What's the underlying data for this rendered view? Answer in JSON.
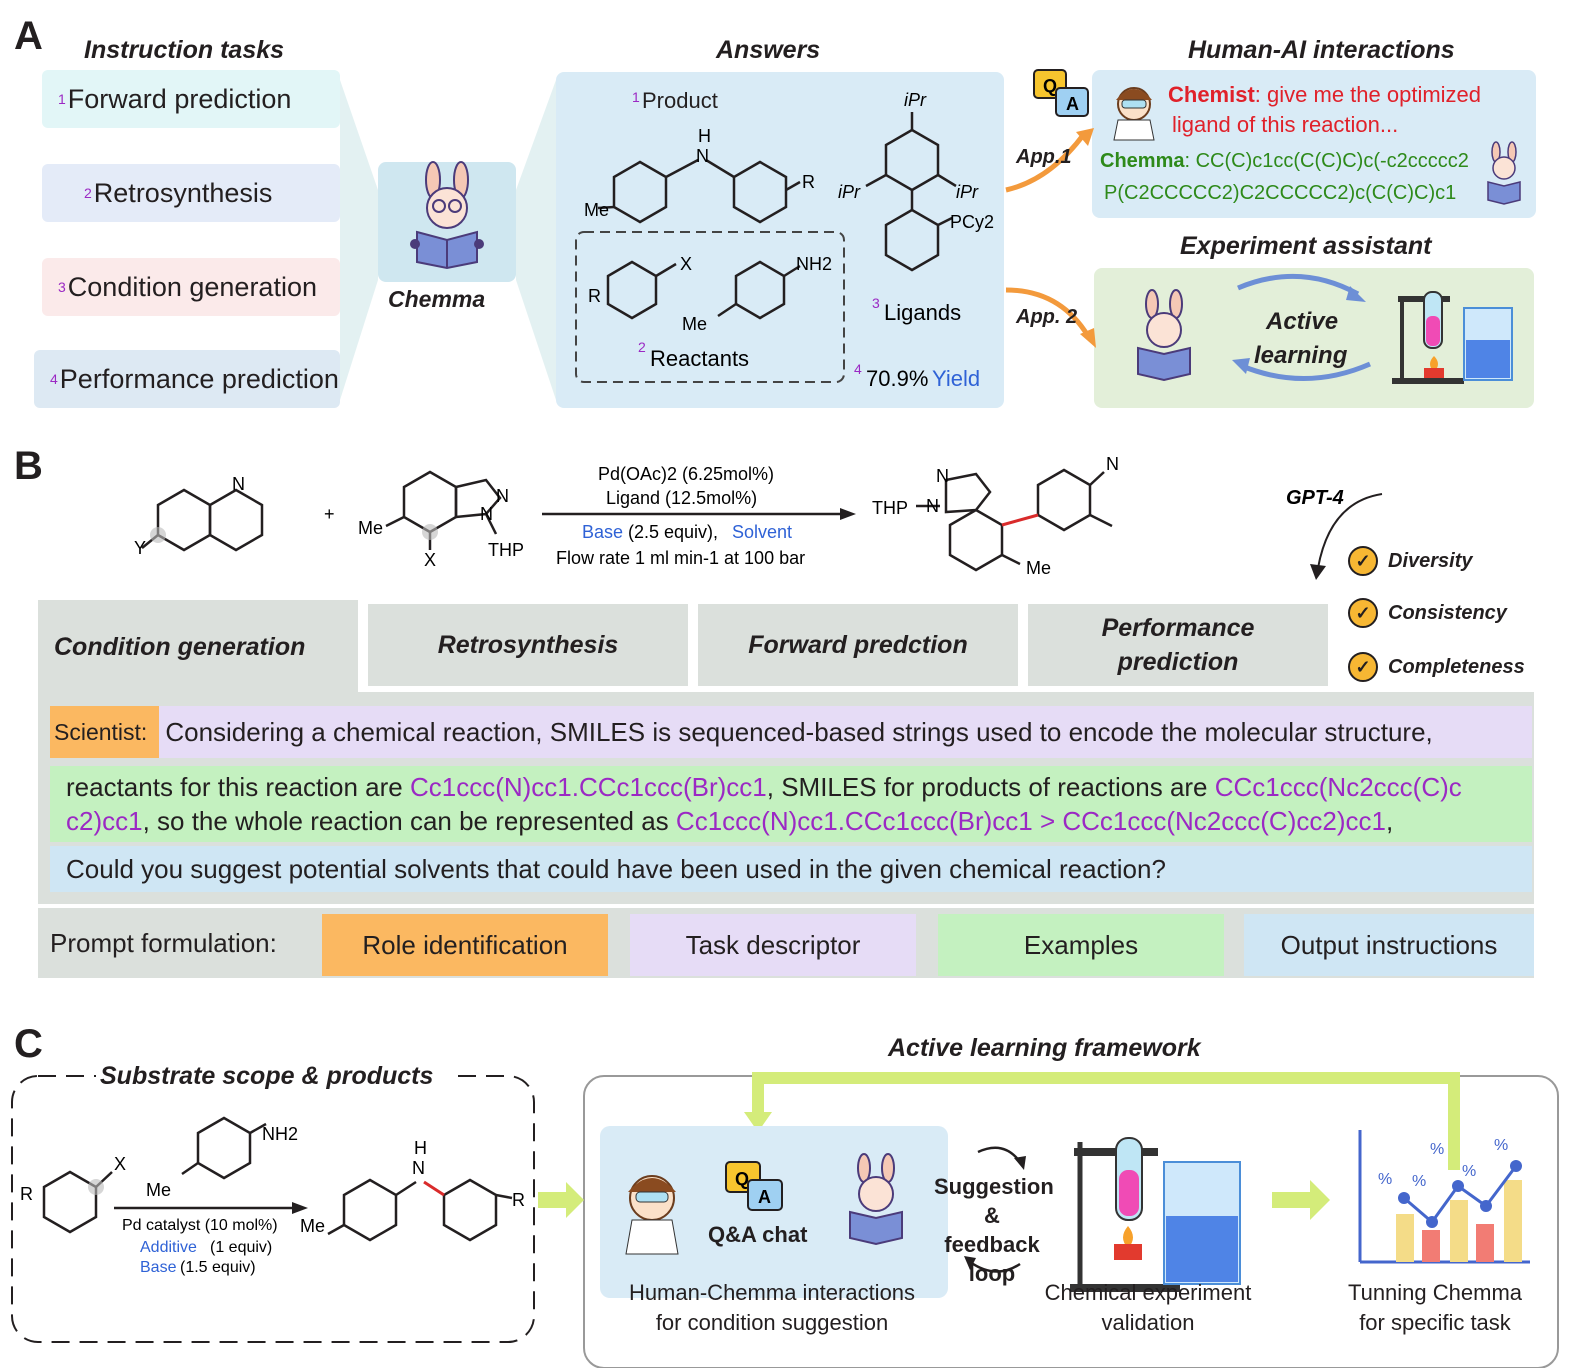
{
  "panels": {
    "a": "A",
    "b": "B",
    "c": "C"
  },
  "panel_a": {
    "instruction_title": "Instruction tasks",
    "tasks": [
      {
        "num": "1",
        "label": "Forward prediction",
        "color": "#e2f6f7"
      },
      {
        "num": "2",
        "label": "Retrosynthesis",
        "color": "#e4ebf8"
      },
      {
        "num": "3",
        "label": "Condition generation",
        "color": "#fbeaea"
      },
      {
        "num": "4",
        "label": "Performance prediction",
        "color": "#dde9f3"
      }
    ],
    "model_name": "Chemma",
    "answers_title": "Answers",
    "answers": {
      "product_num": "1",
      "product_label": "Product",
      "reactants_num": "2",
      "reactants_label": "Reactants",
      "ligands_num": "3",
      "ligands_label": "Ligands",
      "yield_num": "4",
      "yield_value": "70.9%",
      "yield_word": "Yield"
    },
    "molecule_labels": {
      "me": "Me",
      "nh": "H",
      "n": "N",
      "r": "R",
      "x": "X",
      "nh2": "NH2",
      "ipr": "iPr",
      "pcy2": "PCy2"
    },
    "hai_title": "Human-AI interactions",
    "app1": "App.1",
    "app2": "App. 2",
    "qa_q": "Q",
    "qa_a": "A",
    "chemist_label": "Chemist",
    "chemist_text_1": ": give me the optimized",
    "chemist_text_2": "ligand of this reaction...",
    "chemma_label": "Chemma",
    "chemma_text_1": ": CC(C)c1cc(C(C)C)c(-c2ccccc2",
    "chemma_text_2": "P(C2CCCCC2)C2CCCCC2)c(C(C)C)c1",
    "exp_title": "Experiment assistant",
    "active_1": "Active",
    "active_2": "learning"
  },
  "panel_b": {
    "conditions": {
      "catalyst": "Pd(OAc)2 (6.25mol%)",
      "ligand": "Ligand (12.5mol%)",
      "base": "Base",
      "base_equiv": "(2.5 equiv),",
      "solvent": "Solvent",
      "flow": "Flow rate 1 ml min-1 at 100 bar"
    },
    "molecule_labels": {
      "y": "Y",
      "n": "N",
      "plus": "+",
      "me": "Me",
      "x": "X",
      "thp": "THP"
    },
    "gpt": "GPT-4",
    "criteria": [
      "Diversity",
      "Consistency",
      "Completeness"
    ],
    "tabs": [
      "Condition generation",
      "Retrosynthesis",
      "Forward predction",
      "Performance prediction"
    ],
    "scientist_label": "Scientist:",
    "task_text": "Considering a chemical reaction, SMILES is sequenced-based strings used to encode the molecular structure,",
    "example": {
      "t1": "reactants for this reaction are ",
      "s1": "Cc1ccc(N)cc1.CCc1ccc(Br)cc1",
      "t2": ", SMILES for products of reactions are ",
      "s2": "CCc1ccc(Nc2ccc(C)c",
      "s3": "c2)cc1",
      "t3": ", so the whole reaction can be represented as ",
      "s4": "Cc1ccc(N)cc1.CCc1ccc(Br)cc1 > CCc1ccc(Nc2ccc(C)cc2)cc1",
      "t4": ","
    },
    "output_text": "Could you suggest potential solvents that could have been used in the given chemical reaction?",
    "prompt_label": "Prompt formulation:",
    "prompt_parts": [
      {
        "label": "Role identification",
        "color": "#fbb861"
      },
      {
        "label": "Task descriptor",
        "color": "#e6dcf6"
      },
      {
        "label": "Examples",
        "color": "#c4f1c0"
      },
      {
        "label": "Output instructions",
        "color": "#cfe6f4"
      }
    ]
  },
  "panel_c": {
    "scope_title": "Substrate scope & products",
    "molecule_labels": {
      "r": "R",
      "x": "X",
      "nh2": "NH2",
      "me": "Me",
      "h": "H",
      "n": "N"
    },
    "catalyst": "Pd catalyst (10 mol%)",
    "additive": "Additive",
    "additive_equiv": "(1 equiv)",
    "base": "Base",
    "base_equiv": "(1.5 equiv)",
    "framework_title": "Active learning framework",
    "qa_q": "Q",
    "qa_a": "A",
    "qa_chat": "Q&A chat",
    "loop_1": "Suggestion",
    "loop_2": "& feedback",
    "loop_3": "loop",
    "pct": "%",
    "cap1_1": "Human-Chemma interactions",
    "cap1_2": "for condition suggestion",
    "cap2_1": "Chemical experiment",
    "cap2_2": "validation",
    "cap3_1": "Tunning Chemma",
    "cap3_2": "for specific task"
  }
}
